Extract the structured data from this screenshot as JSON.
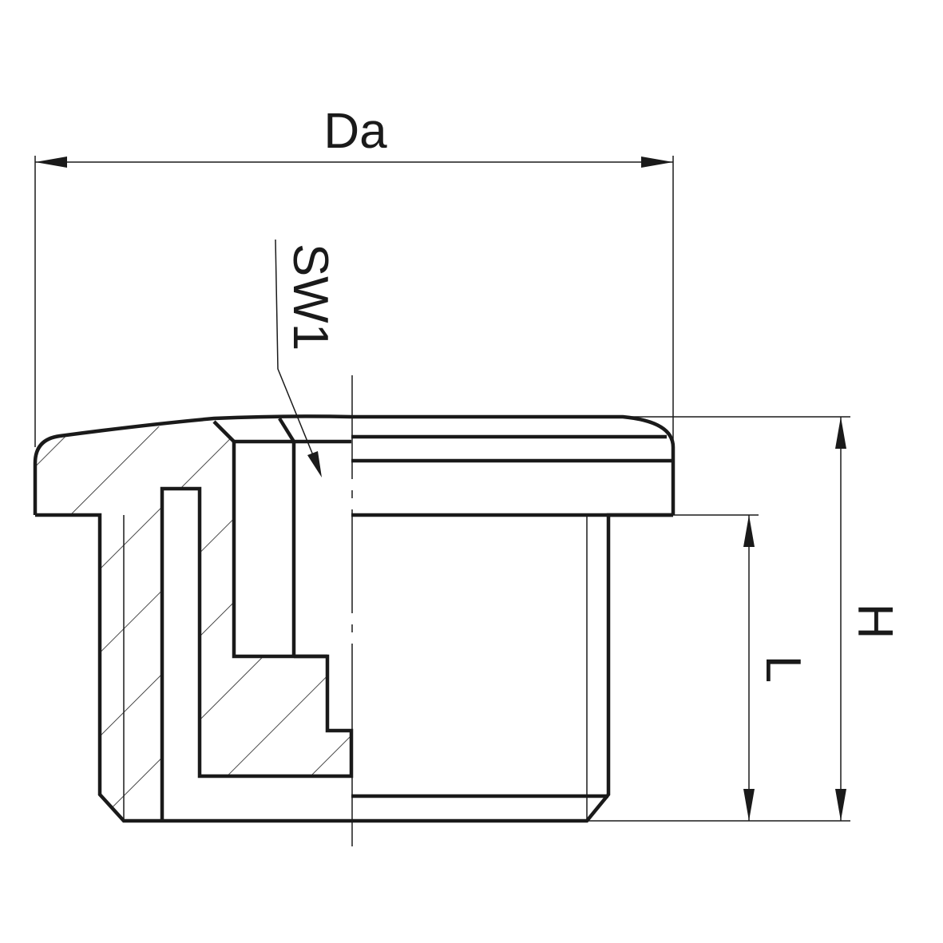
{
  "drawing": {
    "dimensions": {
      "outer_diameter": "Da",
      "wrench_size": "SW1",
      "total_height": "H",
      "thread_length": "L"
    },
    "line_color": "#1a1a1a"
  }
}
